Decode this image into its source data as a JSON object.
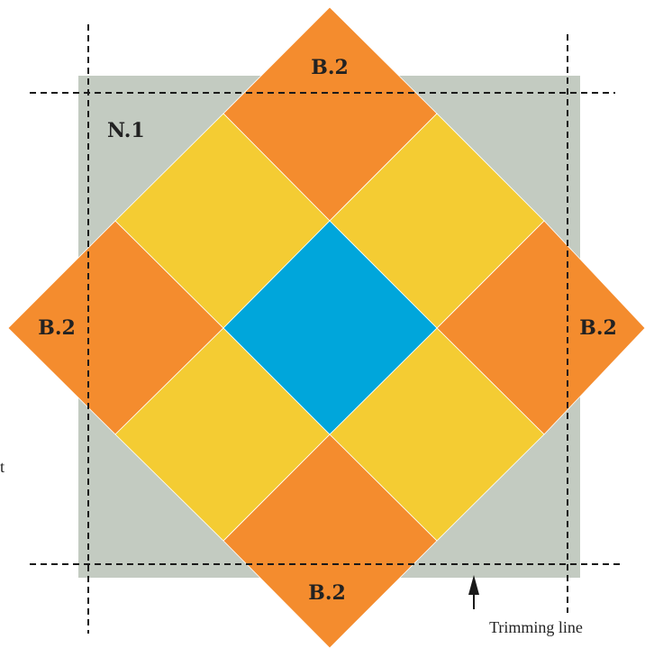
{
  "colors": {
    "background_square": "#c3cbc1",
    "corner_triangles": "#f48c2e",
    "middle_squares": "#f4cc33",
    "center_square": "#00a6db",
    "lines": "#1a1a1a"
  },
  "labels": {
    "background": "N.1",
    "top": "B.2",
    "left": "B.2",
    "right": "B.2",
    "bottom": "B.2",
    "annotation": "Trimming line",
    "edge_fragment": "t"
  }
}
